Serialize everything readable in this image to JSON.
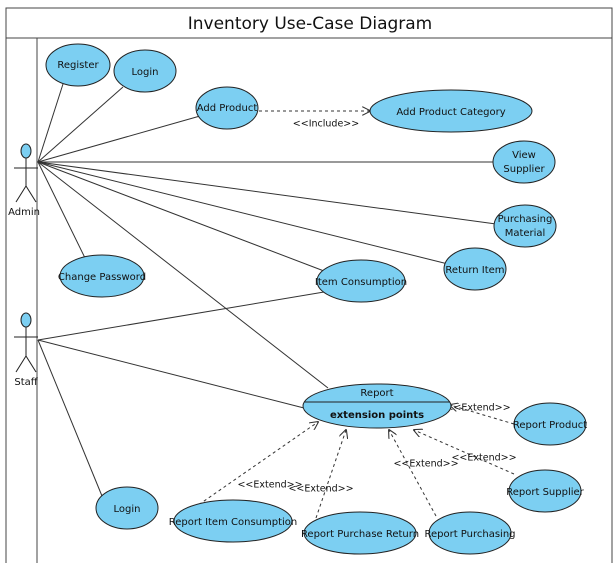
{
  "diagram": {
    "title": "Inventory Use-Case Diagram",
    "colors": {
      "usecase_fill": "#7ccff2",
      "line": "#333333"
    },
    "actors": {
      "admin": "Admin",
      "staff": "Staff"
    },
    "usecases": {
      "register": "Register",
      "login_admin": "Login",
      "add_product": "Add Product",
      "add_product_category": "Add Product Category",
      "view_supplier_line1": "View",
      "view_supplier_line2": "Supplier",
      "purchasing_material_line1": "Purchasing",
      "purchasing_material_line2": "Material",
      "return_item": "Return Item",
      "item_consumption": "Item Consumption",
      "change_password": "Change Password",
      "report": "Report",
      "report_extension_points": "extension points",
      "report_product": "Report Product",
      "report_supplier": "Report Supplier",
      "report_purchasing": "Report Purchasing",
      "report_purchase_return": "Report Purchase Return",
      "report_item_consumption": "Report Item Consumption",
      "login_staff": "Login"
    },
    "stereotypes": {
      "include": "<<Include>>",
      "extend_product": "<<Extend>>",
      "extend_supplier": "<<Extend>>",
      "extend_purchasing": "<<Extend>>",
      "extend_purchase_return": "<<Extend>>",
      "extend_item_consumption": "<<Extend>>"
    }
  }
}
